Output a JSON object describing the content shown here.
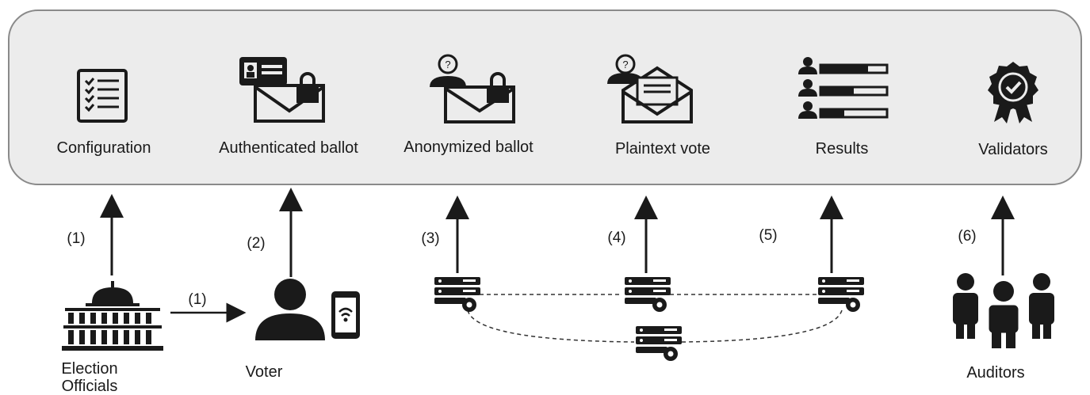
{
  "board": {
    "items": [
      {
        "name": "configuration",
        "label": "Configuration"
      },
      {
        "name": "authenticated-ballot",
        "label": "Authenticated ballot"
      },
      {
        "name": "anonymized-ballot",
        "label": "Anonymized ballot"
      },
      {
        "name": "plaintext-vote",
        "label": "Plaintext vote"
      },
      {
        "name": "results",
        "label": "Results"
      },
      {
        "name": "validators",
        "label": "Validators"
      }
    ]
  },
  "actors": {
    "officials": "Election Officials",
    "voter": "Voter",
    "auditors": "Auditors"
  },
  "steps": {
    "s1": "(1)",
    "s1b": "(1)",
    "s2": "(2)",
    "s3": "(3)",
    "s4": "(4)",
    "s5": "(5)",
    "s6": "(6)"
  },
  "icons": {
    "configuration": "checklist-icon",
    "authenticated": "id-card-envelope-lock-icon",
    "anonymized": "anonymous-envelope-lock-icon",
    "plaintext": "anonymous-open-envelope-icon",
    "results": "ranking-list-icon",
    "validators": "certificate-badge-icon",
    "officials": "capitol-building-icon",
    "voter": "person-phone-icon",
    "servers": "server-icon",
    "auditors": "group-people-icon"
  },
  "colors": {
    "board_bg": "#ececec",
    "board_border": "#8a8a8a",
    "ink": "#1a1a1a"
  }
}
